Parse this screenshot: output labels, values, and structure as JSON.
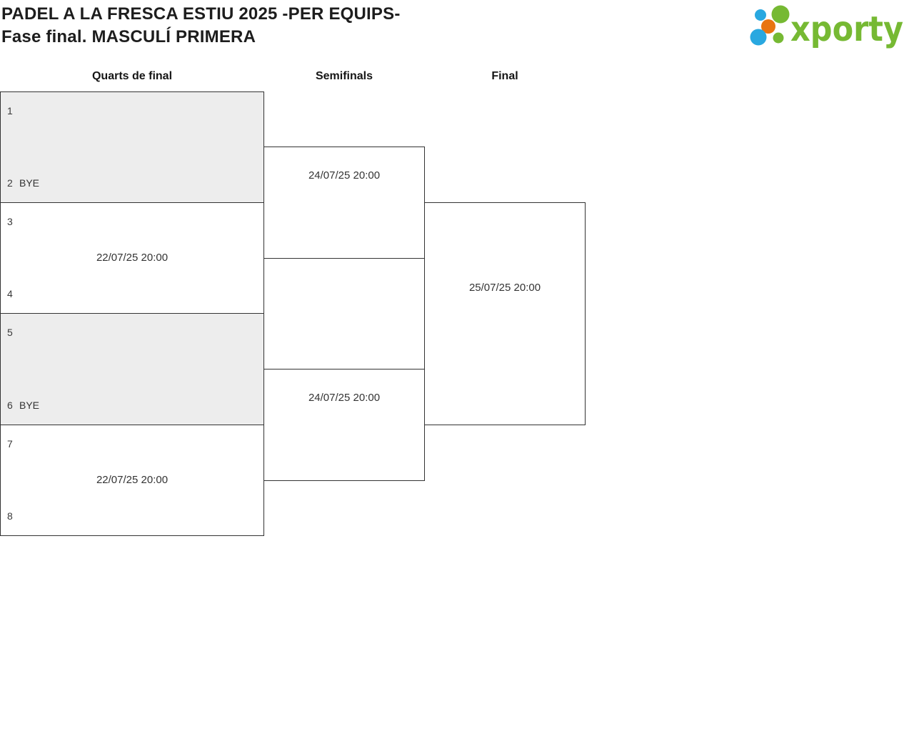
{
  "header": {
    "title_line1": "PADEL A LA FRESCA ESTIU 2025 -PER EQUIPS-",
    "title_line2": "Fase final. MASCULÍ PRIMERA"
  },
  "logo": {
    "text": "xporty",
    "colors": {
      "green": "#76b933",
      "blue": "#29a8e0",
      "orange": "#e87511"
    }
  },
  "rounds": [
    {
      "label": "Quarts de final"
    },
    {
      "label": "Semifinals"
    },
    {
      "label": "Final"
    }
  ],
  "matches": {
    "qf1": {
      "top_seed": "1",
      "top_team": "",
      "bottom_seed": "2",
      "bottom_team": "BYE",
      "schedule": ""
    },
    "qf2": {
      "top_seed": "3",
      "top_team": "",
      "bottom_seed": "4",
      "bottom_team": "",
      "schedule": "22/07/25 20:00"
    },
    "qf3": {
      "top_seed": "5",
      "top_team": "",
      "bottom_seed": "6",
      "bottom_team": "BYE",
      "schedule": ""
    },
    "qf4": {
      "top_seed": "7",
      "top_team": "",
      "bottom_seed": "8",
      "bottom_team": "",
      "schedule": "22/07/25 20:00"
    },
    "sf1": {
      "schedule": "24/07/25 20:00"
    },
    "sf2": {
      "schedule": "24/07/25 20:00"
    },
    "final": {
      "schedule": "25/07/25 20:00"
    }
  },
  "colors": {
    "bye_fill": "#ededed",
    "box_border": "#333333"
  }
}
